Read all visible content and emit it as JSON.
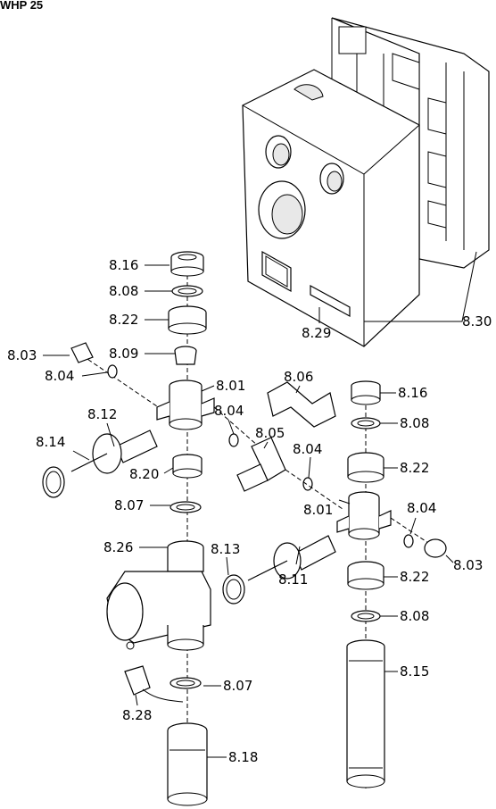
{
  "title": "WHP 25",
  "callouts": [
    {
      "id": "c816a",
      "text": "8.16"
    },
    {
      "id": "c808a",
      "text": "8.08"
    },
    {
      "id": "c822a",
      "text": "8.22"
    },
    {
      "id": "c803a",
      "text": "8.03"
    },
    {
      "id": "c809",
      "text": "8.09"
    },
    {
      "id": "c804a",
      "text": "8.04"
    },
    {
      "id": "c801a",
      "text": "8.01"
    },
    {
      "id": "c812",
      "text": "8.12"
    },
    {
      "id": "c804b",
      "text": "8.04"
    },
    {
      "id": "c806",
      "text": "8.06"
    },
    {
      "id": "c814",
      "text": "8.14"
    },
    {
      "id": "c805",
      "text": "8.05"
    },
    {
      "id": "c820",
      "text": "8.20"
    },
    {
      "id": "c804c",
      "text": "8.04"
    },
    {
      "id": "c807a",
      "text": "8.07"
    },
    {
      "id": "c826",
      "text": "8.26"
    },
    {
      "id": "c813",
      "text": "8.13"
    },
    {
      "id": "c811",
      "text": "8.11"
    },
    {
      "id": "c807b",
      "text": "8.07"
    },
    {
      "id": "c828",
      "text": "8.28"
    },
    {
      "id": "c818",
      "text": "8.18"
    },
    {
      "id": "c829",
      "text": "8.29"
    },
    {
      "id": "c830",
      "text": "8.30"
    },
    {
      "id": "c816b",
      "text": "8.16"
    },
    {
      "id": "c808b",
      "text": "8.08"
    },
    {
      "id": "c822b",
      "text": "8.22"
    },
    {
      "id": "c801b",
      "text": "8.01"
    },
    {
      "id": "c804d",
      "text": "8.04"
    },
    {
      "id": "c803b",
      "text": "8.03"
    },
    {
      "id": "c822c",
      "text": "8.22"
    },
    {
      "id": "c808c",
      "text": "8.08"
    },
    {
      "id": "c815",
      "text": "8.15"
    }
  ]
}
